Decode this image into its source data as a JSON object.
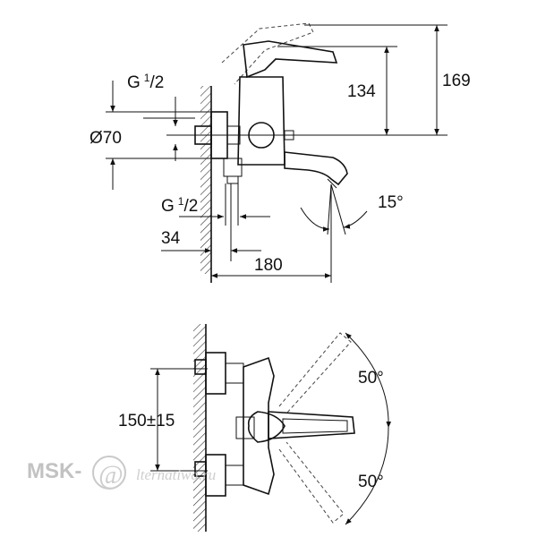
{
  "dimensions": {
    "overall_height": "169",
    "handle_height": "134",
    "connection_diameter": "Ø70",
    "thread_top": {
      "main": "G",
      "sup": "1",
      "sub": "/2"
    },
    "thread_bottom": {
      "main": "G",
      "sup": "1",
      "sub": "/2"
    },
    "wall_offset": "34",
    "projection": "180",
    "spout_angle": "15°",
    "center_distance": "150±15",
    "swivel_angle_top": "50°",
    "swivel_angle_bottom": "50°"
  },
  "watermark": {
    "brand": "MSK-",
    "at_sign": "@",
    "site": "lternatiwa.ru"
  },
  "colors": {
    "ink": "#111111",
    "hatch": "#333333",
    "watermark": "#b8b8b8"
  }
}
